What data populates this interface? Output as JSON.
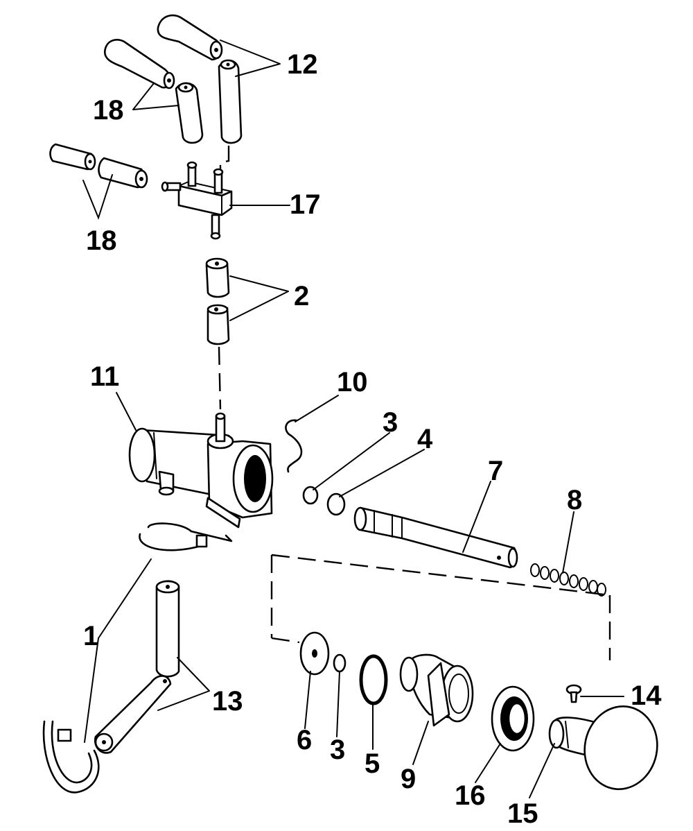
{
  "labels": {
    "p1": "1",
    "p2": "2",
    "p3a": "3",
    "p3b": "3",
    "p4": "4",
    "p5": "5",
    "p6": "6",
    "p7": "7",
    "p8": "8",
    "p9": "9",
    "p10": "10",
    "p11": "11",
    "p12": "12",
    "p13": "13",
    "p14": "14",
    "p15": "15",
    "p16": "16",
    "p17": "17",
    "p18a": "18",
    "p18b": "18"
  }
}
